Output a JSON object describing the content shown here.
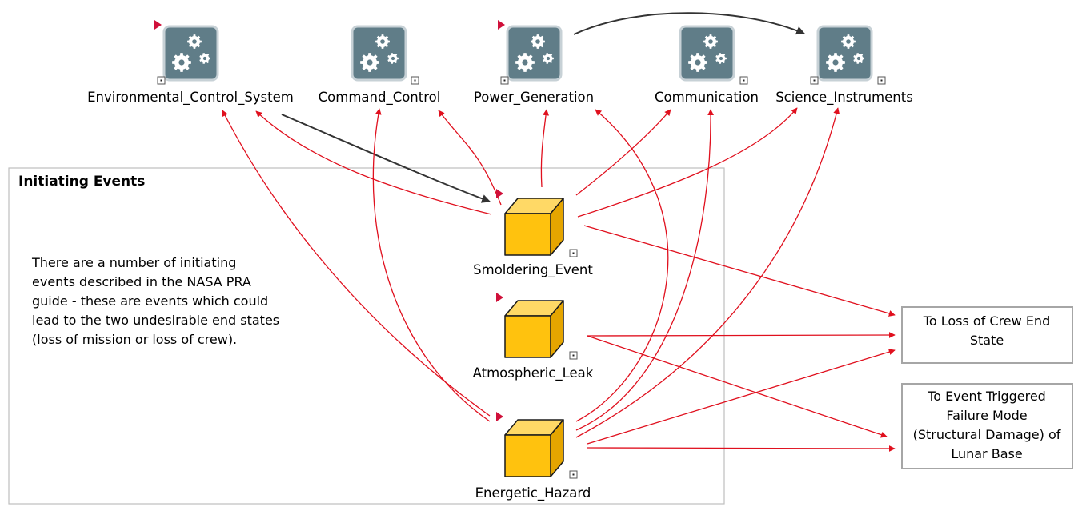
{
  "colors": {
    "gear_box_fill": "#607d88",
    "gear_box_border": "#c7d1d6",
    "cube_front": "#ffc20e",
    "cube_side": "#e5a500",
    "cube_top": "#ffd966",
    "cube_outline": "#1a1a1a",
    "marker": "#d0103a",
    "red_arrow": "#e0101e",
    "dark_arrow": "#333333",
    "group_border": "#bfbfbf",
    "target_border": "#a6a6a6"
  },
  "icons": {
    "system": "gears-icon",
    "event": "cube-icon",
    "flag": "red-triangle-marker-icon",
    "expand": "expand-square-icon"
  },
  "systems": [
    {
      "id": "env",
      "label": "Environmental_Control_System"
    },
    {
      "id": "cmd",
      "label": "Command_Control"
    },
    {
      "id": "pow",
      "label": "Power_Generation"
    },
    {
      "id": "com",
      "label": "Communication"
    },
    {
      "id": "sci",
      "label": "Science_Instruments"
    }
  ],
  "group": {
    "title": "Initiating Events",
    "note_lines": [
      "There are a number of initiating",
      "events described in the NASA PRA",
      "guide - these are events which could",
      "lead to the two undesirable end states",
      "(loss of mission or loss of crew)."
    ]
  },
  "events": [
    {
      "id": "smo",
      "label": "Smoldering_Event"
    },
    {
      "id": "atm",
      "label": "Atmospheric_Leak"
    },
    {
      "id": "ene",
      "label": "Energetic_Hazard"
    }
  ],
  "targets": [
    {
      "id": "crew",
      "lines": [
        "To Loss of Crew End",
        "State"
      ]
    },
    {
      "id": "fail",
      "lines": [
        "To Event Triggered",
        "Failure Mode",
        "(Structural Damage) of",
        "Lunar Base"
      ]
    }
  ],
  "edges": [
    {
      "from": "pow",
      "to": "sci",
      "style": "dark"
    },
    {
      "from": "env",
      "to": "smo",
      "style": "dark"
    },
    {
      "from": "smo",
      "to": "env",
      "style": "red"
    },
    {
      "from": "smo",
      "to": "cmd",
      "style": "red"
    },
    {
      "from": "smo",
      "to": "pow",
      "style": "red"
    },
    {
      "from": "smo",
      "to": "com",
      "style": "red"
    },
    {
      "from": "smo",
      "to": "sci",
      "style": "red"
    },
    {
      "from": "smo",
      "to": "crew",
      "style": "red"
    },
    {
      "from": "atm",
      "to": "crew",
      "style": "red"
    },
    {
      "from": "atm",
      "to": "fail",
      "style": "red"
    },
    {
      "from": "ene",
      "to": "env",
      "style": "red"
    },
    {
      "from": "ene",
      "to": "cmd",
      "style": "red"
    },
    {
      "from": "ene",
      "to": "pow",
      "style": "red"
    },
    {
      "from": "ene",
      "to": "com",
      "style": "red"
    },
    {
      "from": "ene",
      "to": "sci",
      "style": "red"
    },
    {
      "from": "ene",
      "to": "crew",
      "style": "red"
    },
    {
      "from": "ene",
      "to": "fail",
      "style": "red"
    }
  ]
}
